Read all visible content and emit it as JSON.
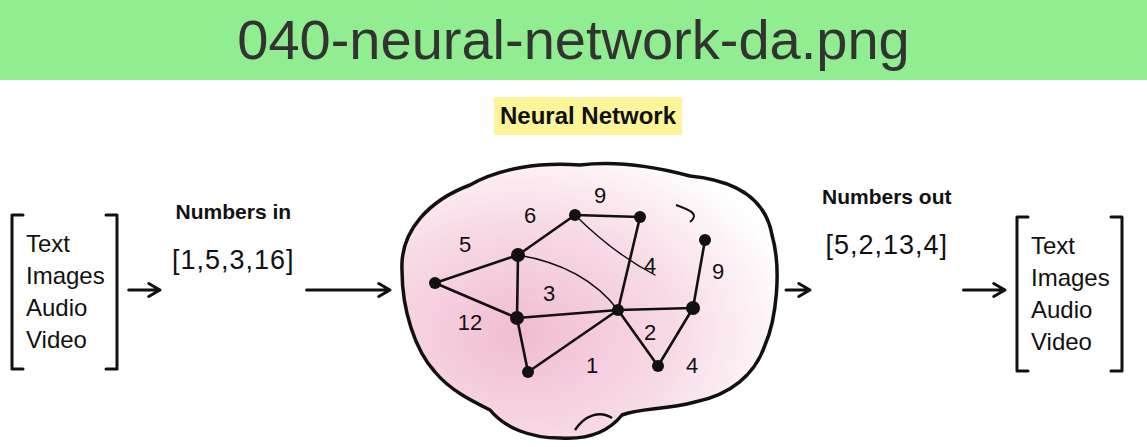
{
  "diagram": {
    "title": "040-neural-network-da.png",
    "nodes": [
      {
        "text": [
          "Text Images Audio Video"
        ]
      },
      {
        "text": [
          "Numbers in",
          "[1,5,3,16]"
        ]
      },
      {
        "text": [
          "Neural Network"
        ]
      },
      {
        "text": [
          "Numbers out",
          "[5,2,13,4]"
        ]
      },
      {
        "text": [
          "Text Images Audio Video"
        ]
      }
    ],
    "edges": [
      {
        "from": 0,
        "to": 1,
        "arrow": "to"
      },
      {
        "from": 1,
        "to": 2,
        "arrow": "to"
      },
      {
        "from": 2,
        "to": 3,
        "arrow": "to"
      },
      {
        "from": 3,
        "to": 4,
        "arrow": "to"
      }
    ],
    "labels": [
      "6",
      "9",
      "5",
      "4",
      "9",
      "3",
      "12",
      "2",
      "4",
      "1"
    ]
  }
}
